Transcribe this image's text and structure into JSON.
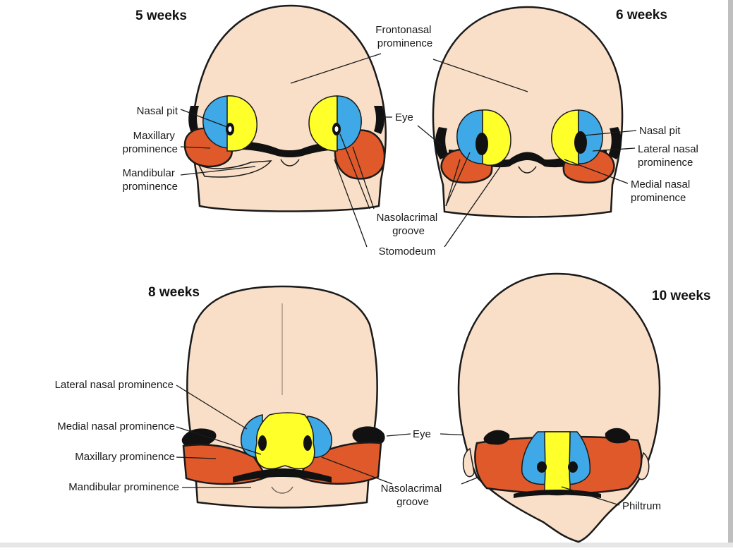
{
  "colors": {
    "skin": "#f9dfc8",
    "medial_nasal": "#ffff2a",
    "lateral_nasal": "#3ea9e6",
    "maxillary_mandibular": "#e0592a",
    "dark": "#111111",
    "frame_right": "#bfbfbf",
    "frame_bottom": "#e6e6e6"
  },
  "panels": {
    "w5": {
      "title": "5 weeks",
      "labels": {
        "frontonasal": [
          "Frontonasal",
          "prominence"
        ],
        "nasal_pit": "Nasal pit",
        "maxillary": [
          "Maxillary",
          "prominence"
        ],
        "mandibular": [
          "Mandibular",
          "prominence"
        ]
      }
    },
    "w6": {
      "title": "6 weeks",
      "labels": {
        "eye": "Eye",
        "nasal_pit": "Nasal pit",
        "lateral_nasal": [
          "Lateral nasal",
          "prominence"
        ],
        "medial_nasal": [
          "Medial nasal",
          "prominence"
        ],
        "nasolacrimal": [
          "Nasolacrimal",
          "groove"
        ],
        "stomodeum": "Stomodeum"
      }
    },
    "w8": {
      "title": "8 weeks",
      "labels": {
        "lateral_nasal": "Lateral nasal prominence",
        "medial_nasal": "Medial nasal prominence",
        "maxillary": "Maxillary prominence",
        "mandibular": "Mandibular prominence",
        "eye": "Eye",
        "nasolacrimal": [
          "Nasolacrimal",
          "groove"
        ]
      }
    },
    "w10": {
      "title": "10 weeks",
      "labels": {
        "philtrum": "Philtrum"
      }
    }
  }
}
